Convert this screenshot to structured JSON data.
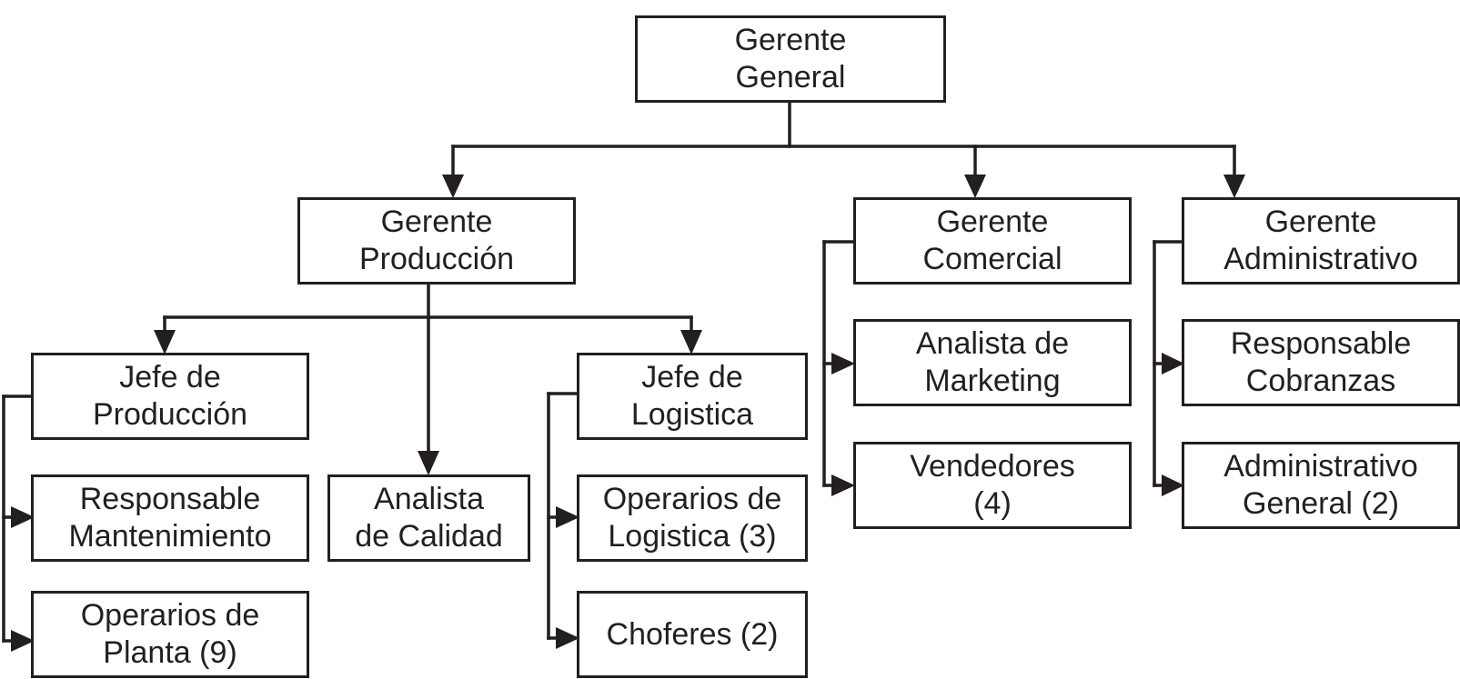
{
  "nodes": {
    "gerente_general": [
      "Gerente",
      "General"
    ],
    "gerente_produccion": [
      "Gerente",
      "Producción"
    ],
    "gerente_comercial": [
      "Gerente",
      "Comercial"
    ],
    "gerente_administrativo": [
      "Gerente",
      "Administrativo"
    ],
    "jefe_produccion": [
      "Jefe de",
      "Producción"
    ],
    "analista_calidad": [
      "Analista",
      "de Calidad"
    ],
    "jefe_logistica": [
      "Jefe de",
      "Logistica"
    ],
    "responsable_mantenimiento": [
      "Responsable",
      "Mantenimiento"
    ],
    "operarios_planta": [
      "Operarios de",
      "Planta (9)"
    ],
    "operarios_logistica": [
      "Operarios de",
      "Logistica (3)"
    ],
    "choferes": [
      "Choferes (2)"
    ],
    "analista_marketing": [
      "Analista de",
      "Marketing"
    ],
    "vendedores": [
      "Vendedores",
      "(4)"
    ],
    "responsable_cobranzas": [
      "Responsable",
      "Cobranzas"
    ],
    "administrativo_general": [
      "Administrativo",
      "General (2)"
    ]
  }
}
